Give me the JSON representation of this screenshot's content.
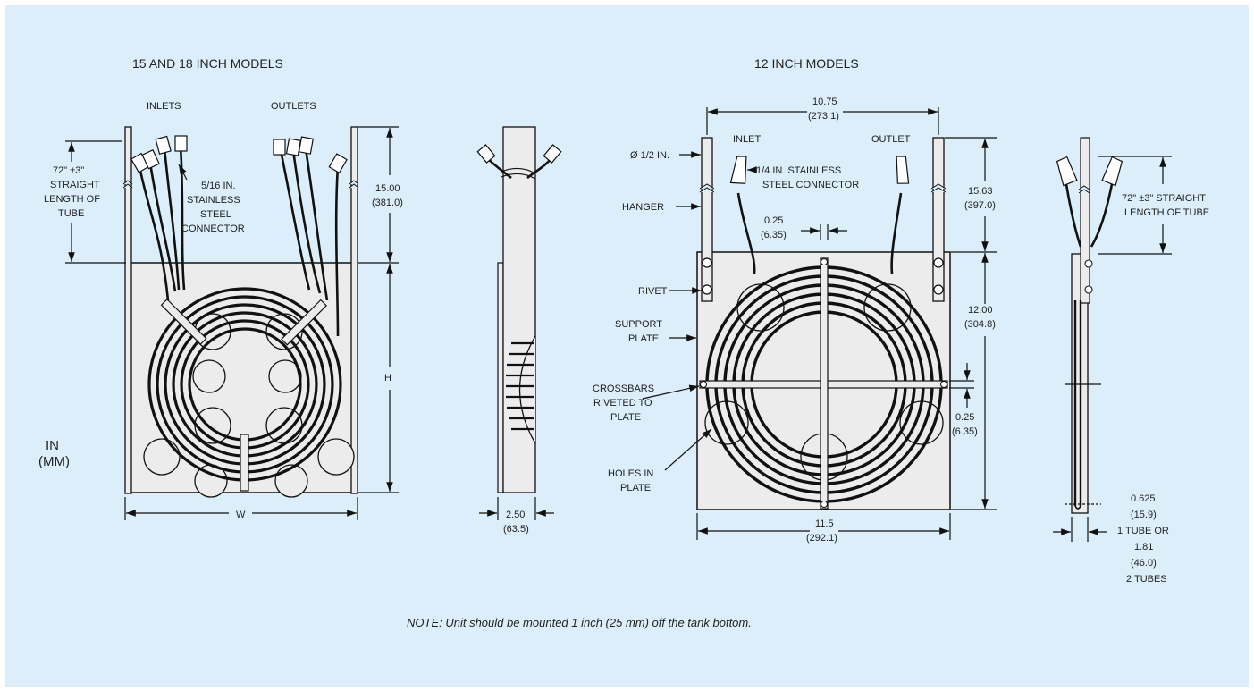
{
  "titles": {
    "left": "15 AND 18 INCH MODELS",
    "right": "12 INCH MODELS"
  },
  "units": {
    "in": "IN",
    "mm": "(MM)"
  },
  "left_model": {
    "inlets": "INLETS",
    "outlets": "OUTLETS",
    "tube_length": [
      "72\" ±3\"",
      "STRAIGHT",
      "LENGTH OF",
      "TUBE"
    ],
    "connector": [
      "5/16 IN.",
      "STAINLESS",
      "STEEL",
      "CONNECTOR"
    ],
    "dim_top": "15.00",
    "dim_top_mm": "(381.0)",
    "dim_h": "H",
    "dim_w": "W"
  },
  "side_view": {
    "dim": "2.50",
    "dim_mm": "(63.5)"
  },
  "right_model": {
    "width_top": "10.75",
    "width_top_mm": "(273.1)",
    "diameter": "Ø 1/2 IN.",
    "inlet": "INLET",
    "outlet": "OUTLET",
    "connector": [
      "1/4 IN. STAINLESS",
      "STEEL CONNECTOR"
    ],
    "hanger": "HANGER",
    "gap": "0.25",
    "gap_mm": "(6.35)",
    "dim_top": "15.63",
    "dim_top_mm": "(397.0)",
    "rivet": "RIVET",
    "support_plate": [
      "SUPPORT",
      "PLATE"
    ],
    "dim_plate": "12.00",
    "dim_plate_mm": "(304.8)",
    "crossbars": [
      "CROSSBARS",
      "RIVETED TO",
      "PLATE"
    ],
    "crossbar_gap": "0.25",
    "crossbar_gap_mm": "(6.35)",
    "holes": [
      "HOLES IN",
      "PLATE"
    ],
    "width_bottom": "11.5",
    "width_bottom_mm": "(292.1)"
  },
  "right_side": {
    "tube_length": [
      "72\" ±3\" STRAIGHT",
      "LENGTH OF TUBE"
    ],
    "thickness": [
      "0.625",
      "(15.9)",
      "1 TUBE OR",
      "1.81",
      "(46.0)",
      "2 TUBES"
    ]
  },
  "note": "NOTE: Unit should be mounted 1 inch (25 mm) off the tank bottom."
}
